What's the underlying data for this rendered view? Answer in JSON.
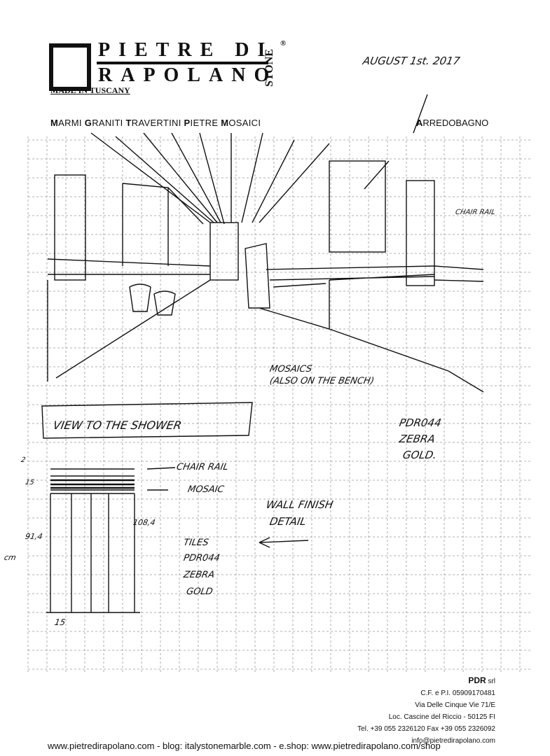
{
  "letterhead": {
    "brand_line1": "PIETRE DI",
    "brand_line2": "RAPOLANO",
    "brand_stone": "STONE",
    "registered": "®",
    "tagline": "MADE IN TUSCANY",
    "categories": [
      "MARMI",
      "GRANITI",
      "TRAVERTINI",
      "PIETRE",
      "MOSAICI"
    ],
    "category_right": "ARREDOBAGNO"
  },
  "sketch": {
    "date": "AUGUST 1st. 2017",
    "perspective_notes": {
      "chair_rail": "CHAIR RAIL",
      "mosaics": "MOSAICS",
      "mosaics_note": "(ALSO ON THE BENCH)",
      "tile_code": "PDR044",
      "tile_name": "ZEBRA",
      "tile_color": "GOLD."
    },
    "detail": {
      "title": "VIEW TO THE SHOWER",
      "chair_rail": "CHAIR RAIL",
      "mosaic": "MOSAIC",
      "wall_finish_1": "WALL FINISH",
      "wall_finish_2": "DETAIL",
      "tiles_1": "TILES",
      "tiles_2": "PDR044",
      "tiles_3": "ZEBRA",
      "tiles_4": "GOLD",
      "dim_top": "2",
      "dim_mosaic": "15",
      "dim_height": "91,4",
      "dim_total": "108,4",
      "dim_width": "15",
      "unit": "cm"
    }
  },
  "company": {
    "name": "PDR",
    "suffix": "srl",
    "vat": "C.F. e P.I. 05909170481",
    "address": "Via Delle Cinque Vie 71/E",
    "locality": "Loc. Cascine del Riccio - 50125 FI",
    "phone_fax": "Tel. +39 055 2326120  Fax +39 055 2326092",
    "email": "info@pietredirapolano.com"
  },
  "footer": "www.pietredirapolano.com - blog: italystonemarble.com - e.shop: www.pietredirapolano.com/shop"
}
